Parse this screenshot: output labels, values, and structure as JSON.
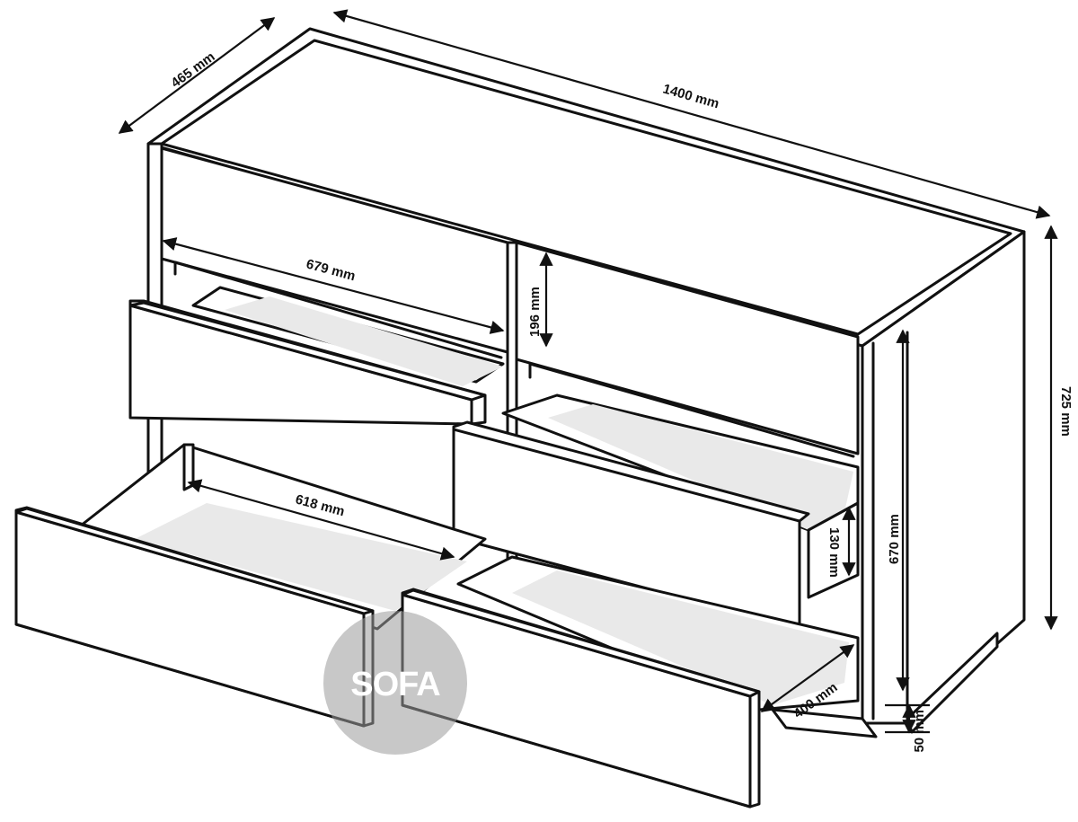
{
  "dimensions": {
    "width": "1400 mm",
    "depth": "465 mm",
    "height": "725 mm",
    "inner_height": "670 mm",
    "drawer_front_width": "679 mm",
    "drawer_front_height": "196 mm",
    "drawer_inner_width": "618 mm",
    "drawer_inner_height": "130 mm",
    "drawer_inner_depth": "400 mm",
    "plinth_height": "50 mm"
  },
  "watermark": {
    "text": "SOFA"
  },
  "colors": {
    "line": "#111111",
    "floor": "#e9e9e9",
    "watermark": "#9a9a9a"
  }
}
